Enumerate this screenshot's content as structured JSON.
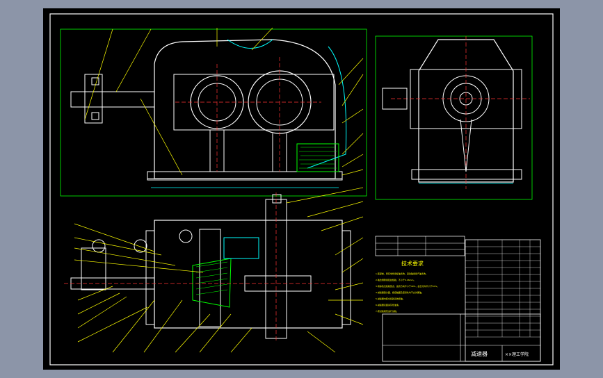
{
  "drawing": {
    "title_block": {
      "drawing_name": "减速器",
      "school": "××理工学院",
      "tech_req_title": "技术要求"
    },
    "tech_requirements": [
      "1.装配前，所有零件用煤油清洗，滚动轴承用汽油清洗。",
      "2.啮合侧隙用铅丝检验，不小于0.16mm。",
      "3.用涂色法检验斑点，齿高方向不小于40%，齿长方向不小于50%。",
      "4.减速器剖分面、各接触面及密封处均不允许漏油。",
      "5.减速器内装全损耗系统用油。",
      "6.减速器表面涂灰色油漆。",
      "7.按试验规范进行试验。"
    ],
    "colors": {
      "sheet": "#000000",
      "border": "#ffffff",
      "outline": "#ffffff",
      "leader": "#ffff00",
      "frame": "#00ff00",
      "hatch": "#00ff00",
      "centerline": "#ff3333",
      "dimension": "#00ffff"
    }
  }
}
